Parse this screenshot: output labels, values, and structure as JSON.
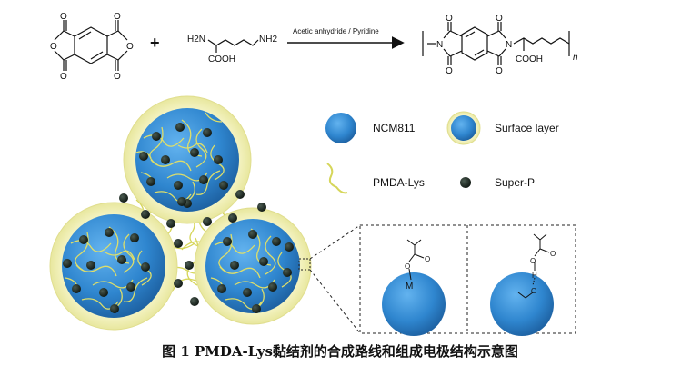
{
  "reaction": {
    "reagent_label": "Acetic anhydride / Pyridine",
    "plus": "+",
    "lysine_amine_left": "H2N",
    "lysine_amine_right": "NH2",
    "lysine_cooh": "COOH",
    "product_cooh": "COOH",
    "n_subscript": "n",
    "imide_n": "N",
    "oxygen": "O"
  },
  "legend": {
    "ncm811": "NCM811",
    "surface_layer": "Surface layer",
    "binder": "PMDA-Lys",
    "conductive": "Super-P"
  },
  "inset": {
    "metal_label": "M",
    "oxygen": "O",
    "hydrogen": "H"
  },
  "caption": "图 1  PMDA-Lys黏结剂的合成路线和组成电极结构示意图",
  "colors": {
    "particle_core": "#2f86cf",
    "surface_shell": "#f3f2bd",
    "binder_fiber": "#d6d65a",
    "super_p": "#1f2a24"
  }
}
